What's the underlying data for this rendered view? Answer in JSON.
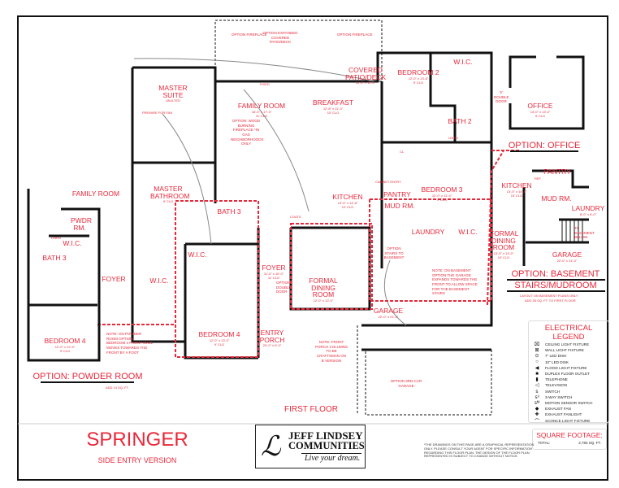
{
  "plan": {
    "name": "SPRINGER",
    "version": "SIDE ENTRY VERSION",
    "floor_label": "FIRST FLOOR"
  },
  "rooms": {
    "master_suite": {
      "name": "MASTER SUITE",
      "dims": "VAULTED",
      "note": "PREWIRE FOR FAN"
    },
    "family_room": {
      "name": "FAMILY ROOM",
      "dims": "18'-3\" x 17'-3\"",
      "clg": "11' CLG"
    },
    "fireplace_option": "OPTION: WOOD BURNING FIREPLACE *IN GAS NEIGHBORHOODS ONLY",
    "breakfast": {
      "name": "BREAKFAST",
      "dims": "12'-8\" x 11'-4\"",
      "clg": "10' CLG"
    },
    "covered_patio": {
      "name": "COVERED PATIO/DECK",
      "dims": "14'-0\" x 12'-0\""
    },
    "option_fireplace_left": "OPTION FIREPLACE",
    "option_expanded_patio": "OPTION EXPANDED COVERED PATIO/DECK",
    "option_fireplace_right": "OPTION FIREPLACE",
    "fixed": "FIXED",
    "bedroom2": {
      "name": "BEDROOM 2",
      "dims": "12'-0\" x 13'-8\"",
      "clg": "9' CLG"
    },
    "wic_bed2": "W.I.C.",
    "bath2": "BATH 2",
    "linen": "LINEN",
    "cl": "CL",
    "kitchen": {
      "name": "KITCHEN",
      "dims": "13'-0\" x 14'-8\"",
      "clg": "10' CLG"
    },
    "cabinet_entry": "CABINET ENTRY",
    "pantry": "PANTRY",
    "mud_rm": "MUD RM.",
    "bedroom3": {
      "name": "BEDROOM 3",
      "dims": "12'-0\" x 11'-4\"",
      "clg": "9' CLG"
    },
    "laundry": "LAUNDRY",
    "wic_bed3": "W.I.C.",
    "option_stairs": "OPTION STAIRS TO BASEMENT",
    "garage": {
      "name": "GARAGE",
      "dims": "22'-0\" x 21'-0\""
    },
    "garage_note": "NOTE: ON BASEMENT OPTION THE GARAGE EXPANDS TOWARDS THE FRONT TO ALLOW SPACE FOR THE BASEMENT STAIRS",
    "option_3rd_car": "OPTION 3RD-CAR GARAGE",
    "coats": "COATS",
    "foyer": {
      "name": "FOYER",
      "dims": "11'-0\" x 10'-0\"",
      "clg": "11' CLG",
      "option": "OPTION DOUBLE DOOR"
    },
    "formal_dining": {
      "name": "FORMAL DINING ROOM",
      "dims": "12'-0\" x 12'-0\""
    },
    "entry_porch": {
      "name": "ENTRY PORCH",
      "dims": "20'-0\" x 6'-0\""
    },
    "porch_note": "NOTE: FRONT PORCH COLUMNS TO BE CRAFTSMAN ON B VERSION",
    "master_bath": {
      "name": "MASTER BATHROOM",
      "clg": "9' CLG"
    },
    "bath3": "BATH 3",
    "wic_bed4": "W.I.C.",
    "wic_master": "W.I.C.",
    "bedroom4": {
      "name": "BEDROOM 4",
      "dims": "12'-0\" x 13'-0\"",
      "clg": "9' CLG"
    }
  },
  "option_powder_room": {
    "heading": "OPTION: POWDER ROOM",
    "sub": "ADD 14 SQ. FT.",
    "family_room": "FAMILY ROOM",
    "pwdr_rm": "PWDR RM.",
    "linen": "LINEN",
    "wic": "W.I.C.",
    "bath3": "BATH 3",
    "foyer": "FOYER",
    "bedroom4": {
      "name": "BEDROOM 4",
      "dims": "12'-0\" x 12'-0\"",
      "clg": "9' CLG"
    },
    "note": "NOTE: ON POWDER ROOM OPTION, BEDROOM 4 FRONT WALL MOVES TOWARDS THE FRONT BY A FOOT"
  },
  "option_office": {
    "heading": "OPTION: OFFICE",
    "office": {
      "name": "OFFICE",
      "dims": "13'-0\" x 13'-0\"",
      "clg": "9' CLG"
    },
    "door": "5' DOUBLE DOOR"
  },
  "option_basement": {
    "heading1": "OPTION: BASEMENT",
    "heading2": "STAIRS/MUDROOM",
    "sub1": "LAYOUT ON BASEMENT PLANS ONLY",
    "sub2": "ADD 35 SQ. FT. TO FIRST FLOOR",
    "kitchen": {
      "name": "KITCHEN",
      "dims": "13'-0\" x 14'-8\"",
      "clg": "10' CLG"
    },
    "pantry": "PANTRY",
    "ref": "REF",
    "mud_rm": "MUD RM.",
    "laundry": {
      "name": "LAUNDRY",
      "dims": "8'-0\" x 6'-0\""
    },
    "to_basement": "TO BASEMENT BELOW",
    "formal_dining": {
      "name": "FORMAL DINING ROOM",
      "dims": "13'-0\" x 13'-0\"",
      "clg": "10' CLG"
    },
    "garage": {
      "name": "GARAGE",
      "dims": "22'-0\" x 21'-0\""
    }
  },
  "legend": {
    "title": "ELECTRICAL LEGEND",
    "items": [
      {
        "icon": "ceiling-light",
        "label": "CEILING LIGHT FIXTURE"
      },
      {
        "icon": "wall-light",
        "label": "WALL LIGHT FIXTURE"
      },
      {
        "icon": "led-disk-7",
        "label": "7\" LED DISK"
      },
      {
        "icon": "led-disk-10",
        "label": "10\" LED DISK"
      },
      {
        "icon": "flood-light",
        "label": "FLOOD LIGHT FIXTURE"
      },
      {
        "icon": "duplex-outlet",
        "label": "DUPLEX FLOOR OUTLET"
      },
      {
        "icon": "telephone",
        "label": "TELEPHONE"
      },
      {
        "icon": "television",
        "label": "TELEVISION"
      },
      {
        "icon": "switch",
        "label": "SWITCH"
      },
      {
        "icon": "3-way-switch",
        "label": "3-WAY SWITCH"
      },
      {
        "icon": "motion-switch",
        "label": "MOTION SENSOR SWITCH"
      },
      {
        "icon": "exhaust-fan",
        "label": "EXHAUST FAN"
      },
      {
        "icon": "exhaust-fanlight",
        "label": "EXHAUST FANLIGHT"
      },
      {
        "icon": "sconce",
        "label": "SCONCE LIGHT FIXTURE"
      }
    ]
  },
  "square_footage": {
    "title": "SQUARE FOOTAGE:",
    "total_label": "TOTAL:",
    "total_value": "2,783 SQ. FT."
  },
  "logo": {
    "line1": "JEFF LINDSEY",
    "line2": "COMMUNITIES",
    "tagline": "Live your dream."
  },
  "disclaimer": "*THE DRAWINGS ON THIS PAGE ARE A GRAPHICAL REPRESENTATION ONLY. PLEASE CONSULT YOUR AGENT FOR SPECIFIC INFORMATION REGARDING THIS FLOOR PLAN. THE DESIGN OF THE FLOOR PLAN REPRESENTED IS SUBJECT TO CHANGE WITHOUT NOTICE.",
  "colors": {
    "accent": "#e8283a",
    "wall": "#111111",
    "option_outline": "#e8283a"
  }
}
